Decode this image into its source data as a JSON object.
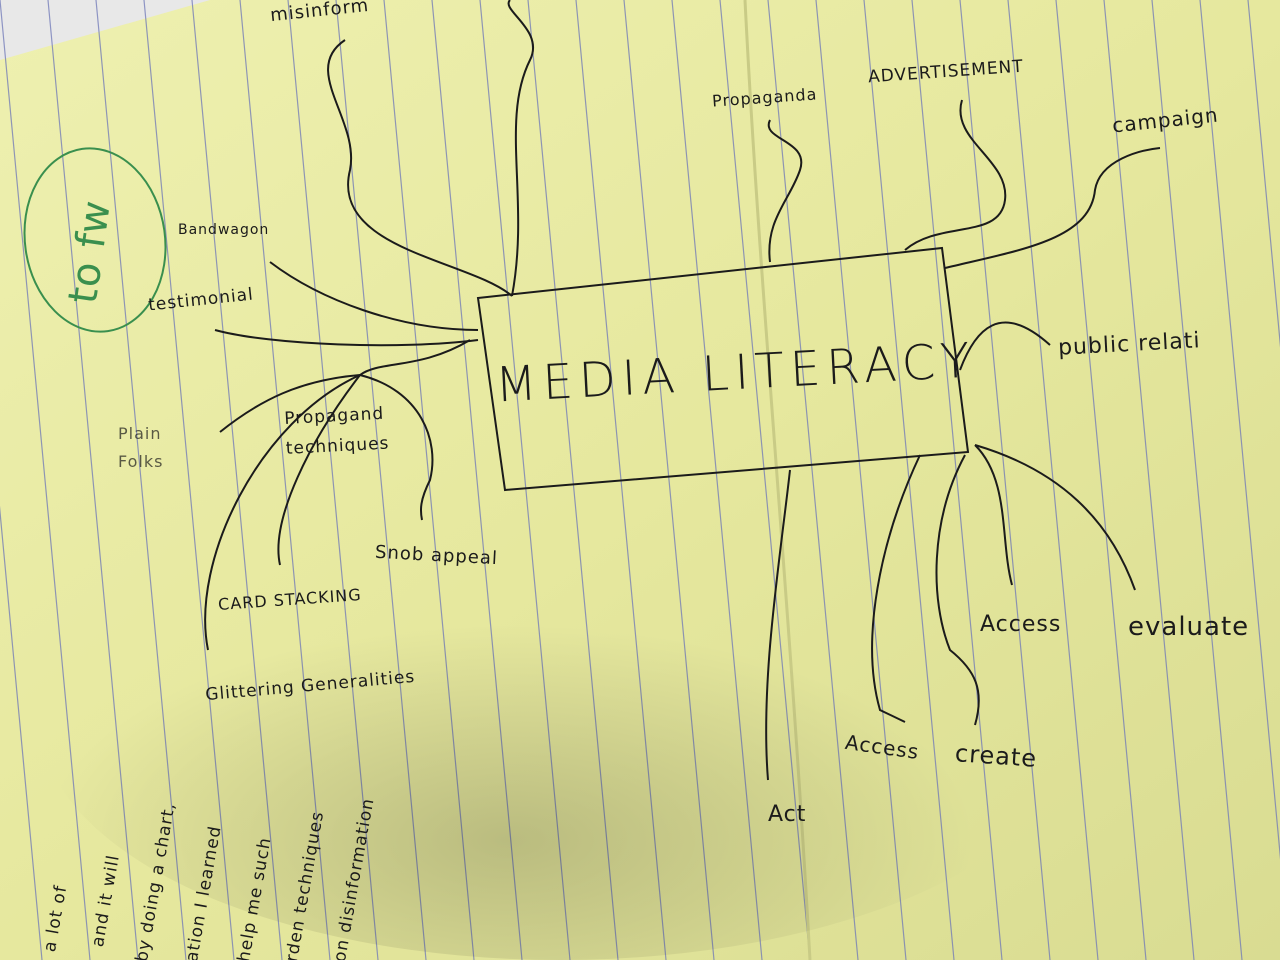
{
  "center": {
    "title": "MEDIA LITERACY"
  },
  "top_branches": [
    {
      "label": "misinform"
    },
    {
      "label": "Propaganda"
    },
    {
      "label": "ADVERTISEMENT"
    },
    {
      "label": "campaign"
    }
  ],
  "right_branches": [
    {
      "label": "public relati"
    }
  ],
  "propaganda_techniques": {
    "heading": "Propagand techniques",
    "items": [
      "Bandwagon",
      "testimonial",
      "Plain Folks",
      "Snob appeal",
      "CARD STACKING",
      "Glittering Generalities"
    ]
  },
  "skills": [
    "Access",
    "evaluate",
    "Access",
    "create",
    "Act"
  ],
  "margin_note": {
    "label": "to fw"
  },
  "side_notes": [
    "a lot of",
    "and it will",
    "by doing a chart,",
    "ation I learned",
    "help me such",
    "rden techniques",
    "on disinformation"
  ],
  "colors": {
    "paper": "#e9eba3",
    "ink": "#1b1b1b",
    "green_ink": "#3a8f4e",
    "rule": "#6f78b8"
  }
}
